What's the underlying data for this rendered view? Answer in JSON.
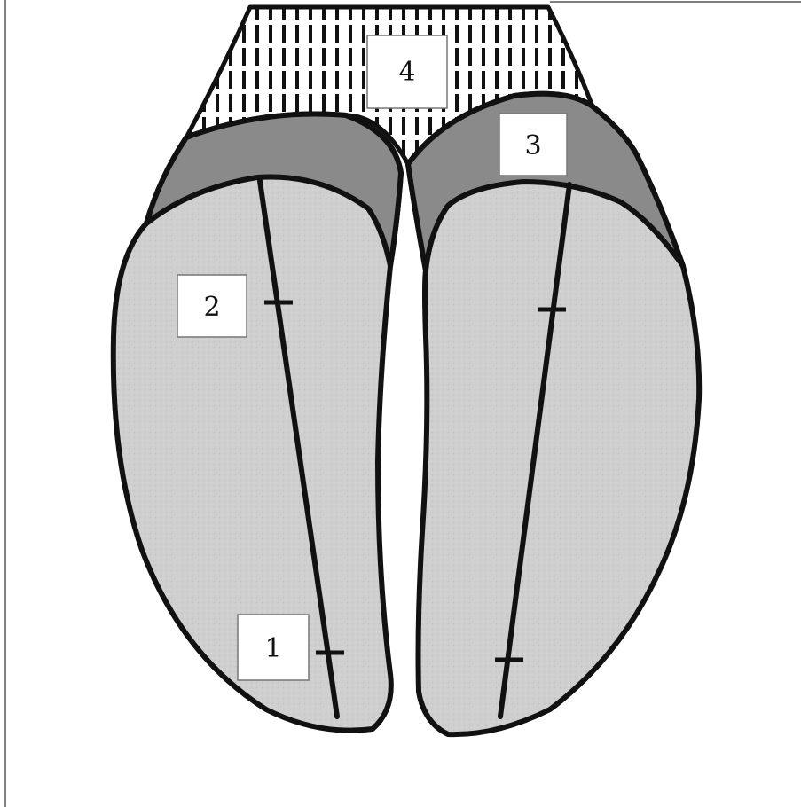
{
  "figure": {
    "colors": {
      "background": "#ffffff",
      "outline": "#111111",
      "lobe_fill": "#cfcfcf",
      "band_fill": "#8a8a8a",
      "hatched_fill": "#ffffff",
      "label_box_fill": "#ffffff"
    },
    "labels": {
      "region_1": "1",
      "region_2": "2",
      "region_3": "3",
      "region_4": "4"
    }
  }
}
